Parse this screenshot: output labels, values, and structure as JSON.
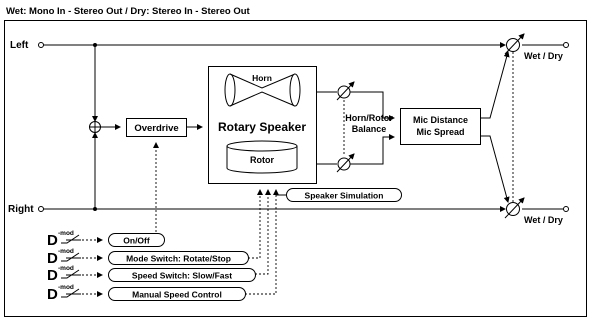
{
  "header": {
    "title": "Wet: Mono In - Stereo Out  /  Dry: Stereo In - Stereo Out"
  },
  "io": {
    "left": "Left",
    "right": "Right",
    "wet_dry_top": "Wet / Dry",
    "wet_dry_bottom": "Wet / Dry"
  },
  "blocks": {
    "overdrive": "Overdrive",
    "rotary_speaker": "Rotary Speaker",
    "horn": "Horn",
    "rotor": "Rotor",
    "balance_line1": "Horn/Rotor",
    "balance_line2": "Balance",
    "mic_line1": "Mic Distance",
    "mic_line2": "Mic Spread",
    "speaker_simulation": "Speaker Simulation"
  },
  "controls": [
    {
      "d": "D",
      "mod": "-mod",
      "label": "On/Off"
    },
    {
      "d": "D",
      "mod": "-mod",
      "label": "Mode Switch: Rotate/Stop"
    },
    {
      "d": "D",
      "mod": "-mod",
      "label": "Speed Switch: Slow/Fast"
    },
    {
      "d": "D",
      "mod": "-mod",
      "label": "Manual Speed Control"
    }
  ]
}
